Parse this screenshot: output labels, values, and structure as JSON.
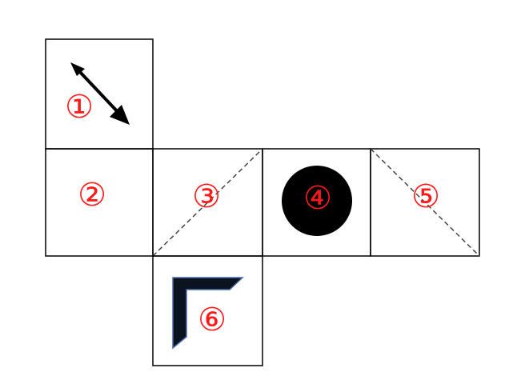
{
  "colors": {
    "outline": "#000000",
    "label": "#ff1a1a",
    "dashed": "#444444",
    "fill": "#000000",
    "corner_fill": "#0b1220",
    "corner_edge": "#4a6aa8"
  },
  "faces": [
    {
      "id": 1,
      "label": "①",
      "marker": "double-arrow-diagonal"
    },
    {
      "id": 2,
      "label": "②",
      "marker": "none"
    },
    {
      "id": 3,
      "label": "③",
      "marker": "dashed-diagonal-rising"
    },
    {
      "id": 4,
      "label": "④",
      "marker": "filled-circle"
    },
    {
      "id": 5,
      "label": "⑤",
      "marker": "dashed-diagonal-falling"
    },
    {
      "id": 6,
      "label": "⑥",
      "marker": "corner-bracket"
    }
  ]
}
